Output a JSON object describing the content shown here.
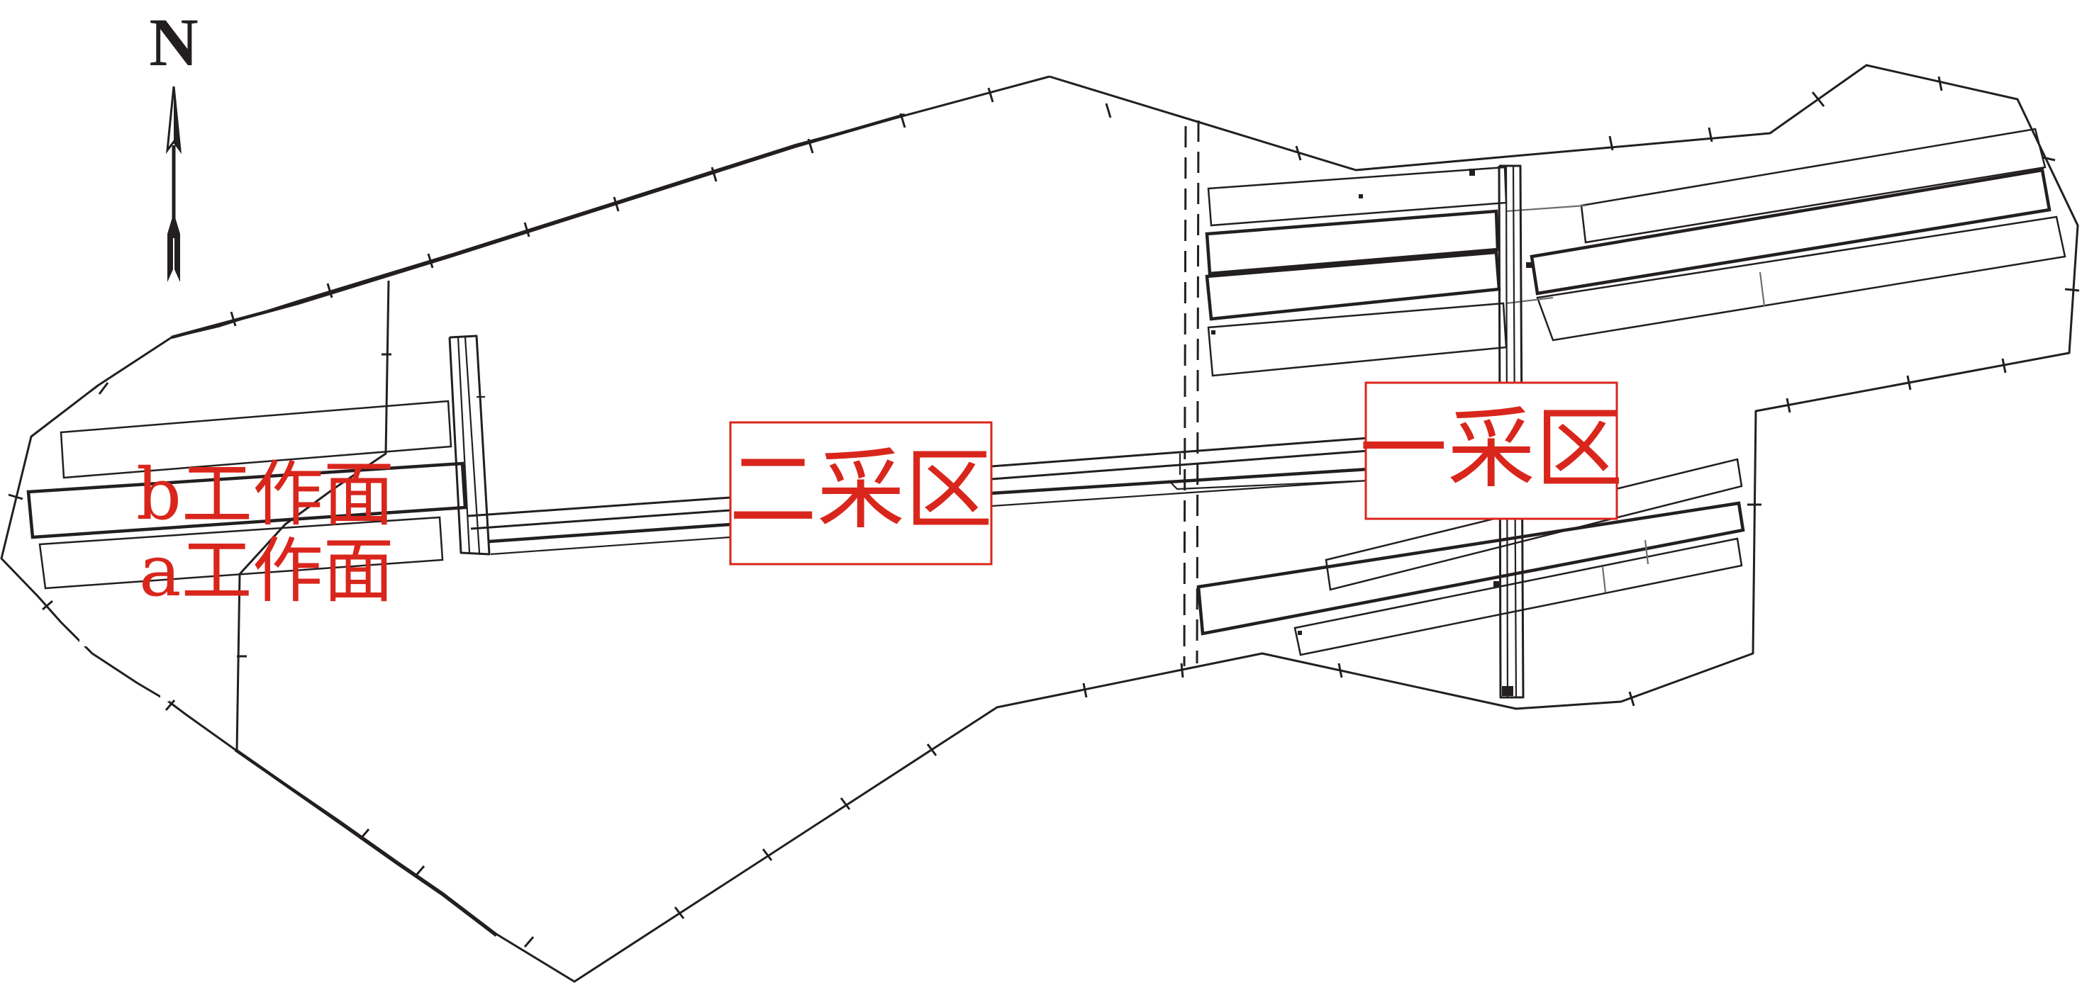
{
  "map": {
    "north_label": "N",
    "labels": {
      "zone_one": "一采区",
      "zone_two": "二采区",
      "face_b": "b工作面",
      "face_a": "a工作面"
    },
    "colors": {
      "lines": "#231f20",
      "annotations": "#d9261c",
      "background": "#ffffff"
    }
  }
}
